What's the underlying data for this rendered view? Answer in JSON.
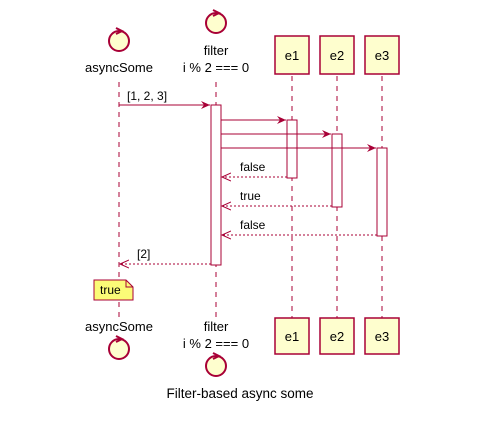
{
  "participants": {
    "asyncSome": {
      "label": "asyncSome",
      "kind": "control"
    },
    "filter": {
      "label_line1": "filter",
      "label_line2": "i % 2 === 0",
      "kind": "control"
    },
    "e1": {
      "label": "e1",
      "kind": "entity"
    },
    "e2": {
      "label": "e2",
      "kind": "entity"
    },
    "e3": {
      "label": "e3",
      "kind": "entity"
    }
  },
  "messages": [
    {
      "from": "asyncSome",
      "to": "filter",
      "label": "[1, 2, 3]",
      "style": "sync"
    },
    {
      "from": "filter",
      "to": "e1",
      "label": "",
      "style": "sync"
    },
    {
      "from": "filter",
      "to": "e2",
      "label": "",
      "style": "sync"
    },
    {
      "from": "filter",
      "to": "e3",
      "label": "",
      "style": "sync"
    },
    {
      "from": "e1",
      "to": "filter",
      "label": "false",
      "style": "return"
    },
    {
      "from": "e2",
      "to": "filter",
      "label": "true",
      "style": "return"
    },
    {
      "from": "e3",
      "to": "filter",
      "label": "false",
      "style": "return"
    },
    {
      "from": "filter",
      "to": "asyncSome",
      "label": "[2]",
      "style": "return"
    }
  ],
  "note": {
    "text": "true",
    "attached_to": "asyncSome"
  },
  "caption": "Filter-based async some",
  "colors": {
    "line": "#a80036",
    "participant_fill": "#fefece",
    "activation_fill": "#ffffff",
    "note_fill": "#fbfb77",
    "lifeline": "#a80036"
  }
}
